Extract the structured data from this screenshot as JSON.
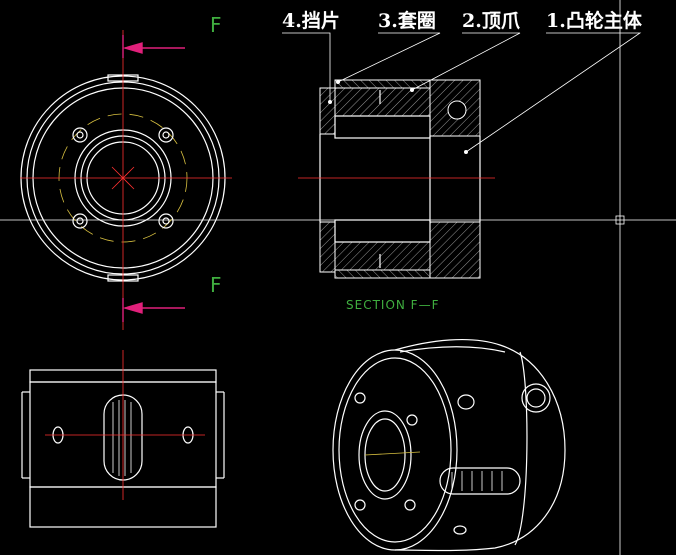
{
  "callouts": {
    "part4": "4.挡片",
    "part3": "3.套圈",
    "part2": "2.顶爪",
    "part1": "1.凸轮主体"
  },
  "section_marks": {
    "top": "F",
    "bottom": "F"
  },
  "section_title": "SECTION F—F",
  "colors": {
    "background": "#000000",
    "geometry": "#ffffff",
    "centerline": "#ff3030",
    "section_arrow": "#e0207a",
    "annotation_green": "#3fae3f",
    "construction_yellow": "#d8c040"
  }
}
